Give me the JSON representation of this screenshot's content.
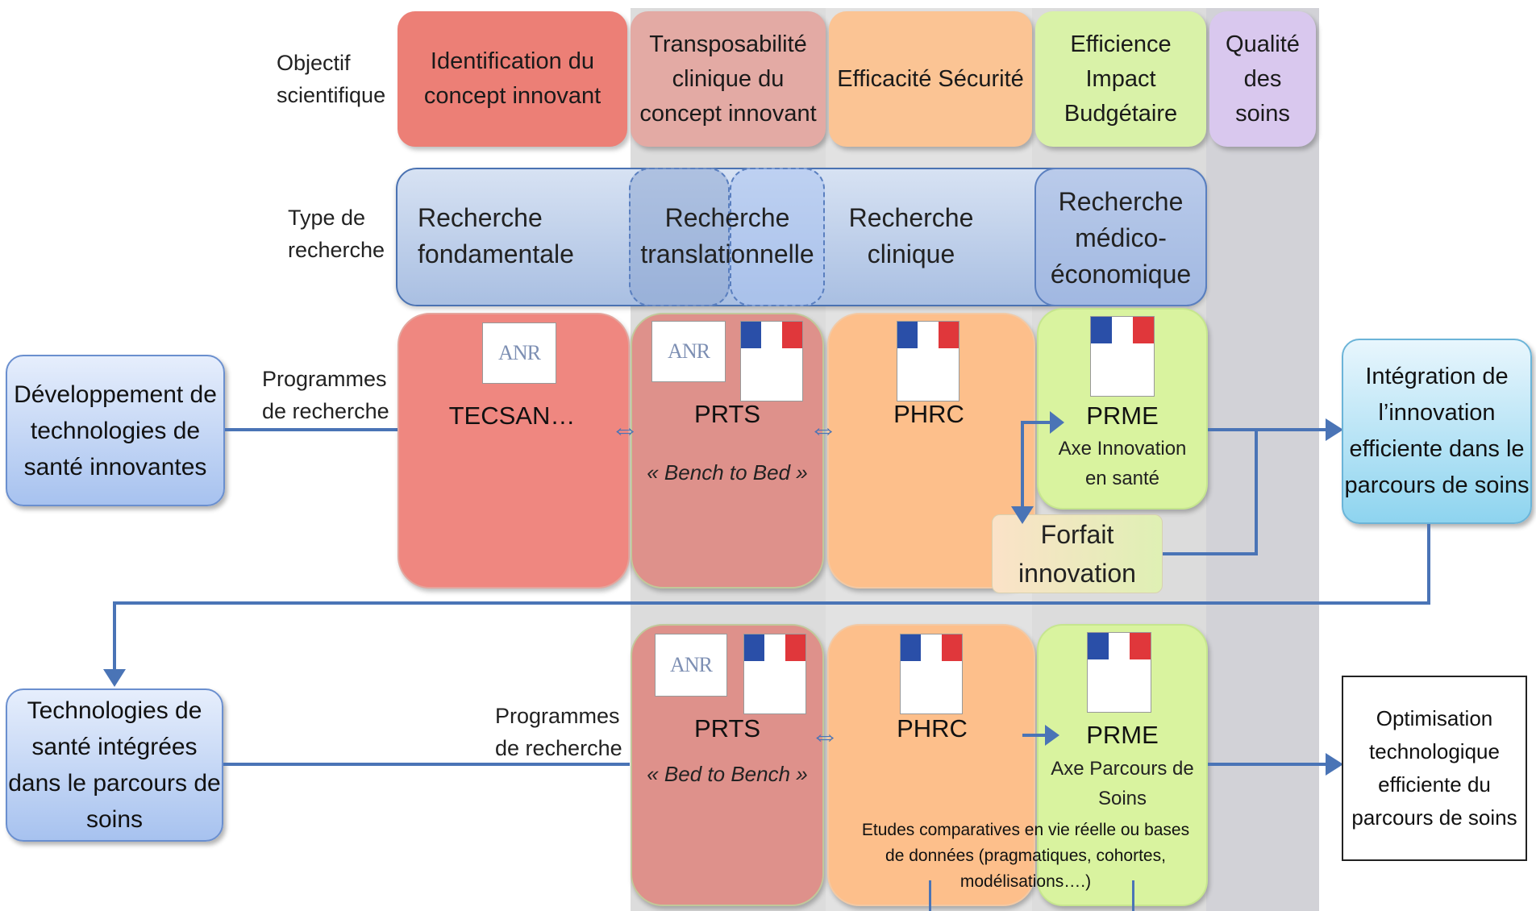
{
  "labels": {
    "objectif": "Objectif scientifique",
    "type": "Type de recherche",
    "programmes_1": "Programmes de recherche",
    "programmes_2": "Programmes de recherche"
  },
  "objectifs": [
    "Identification du concept innovant",
    "Transposabilité clinique du concept innovant",
    "Efficacité Sécurité",
    "Efficience Impact Budgétaire",
    "Qualité des soins"
  ],
  "types": [
    "Recherche fondamentale",
    "Recherche translationnelle",
    "Recherche clinique",
    "Recherche médico-économique"
  ],
  "side": {
    "developpement": "Développement de technologies de santé innovantes",
    "integration": "Intégration de l’innovation efficiente dans le parcours de soins",
    "integrees": "Technologies de santé intégrées dans le parcours de soins",
    "optimisation": "Optimisation technologique efficiente du parcours de soins"
  },
  "row1": {
    "tecsan": "TECSAN…",
    "prts": "PRTS",
    "prts_sub": "« Bench to Bed »",
    "phrc": "PHRC",
    "prme": "PRME",
    "prme_sub": "Axe Innovation en santé",
    "forfait": "Forfait innovation"
  },
  "row2": {
    "prts": "PRTS",
    "prts_sub": "« Bed to Bench »",
    "phrc": "PHRC",
    "prme": "PRME",
    "prme_sub": "Axe Parcours de Soins",
    "etudes": "Etudes comparatives en vie réelle ou bases de données (pragmatiques, cohortes, modélisations….)"
  },
  "logos": {
    "anr": "ANR"
  },
  "colors": {
    "arrow": "#4a74b6",
    "red": "#ec8279",
    "pink": "#dd9d99",
    "orange": "#fcbe8c",
    "green": "#d6f0a2",
    "purple": "#d8c6ec"
  }
}
